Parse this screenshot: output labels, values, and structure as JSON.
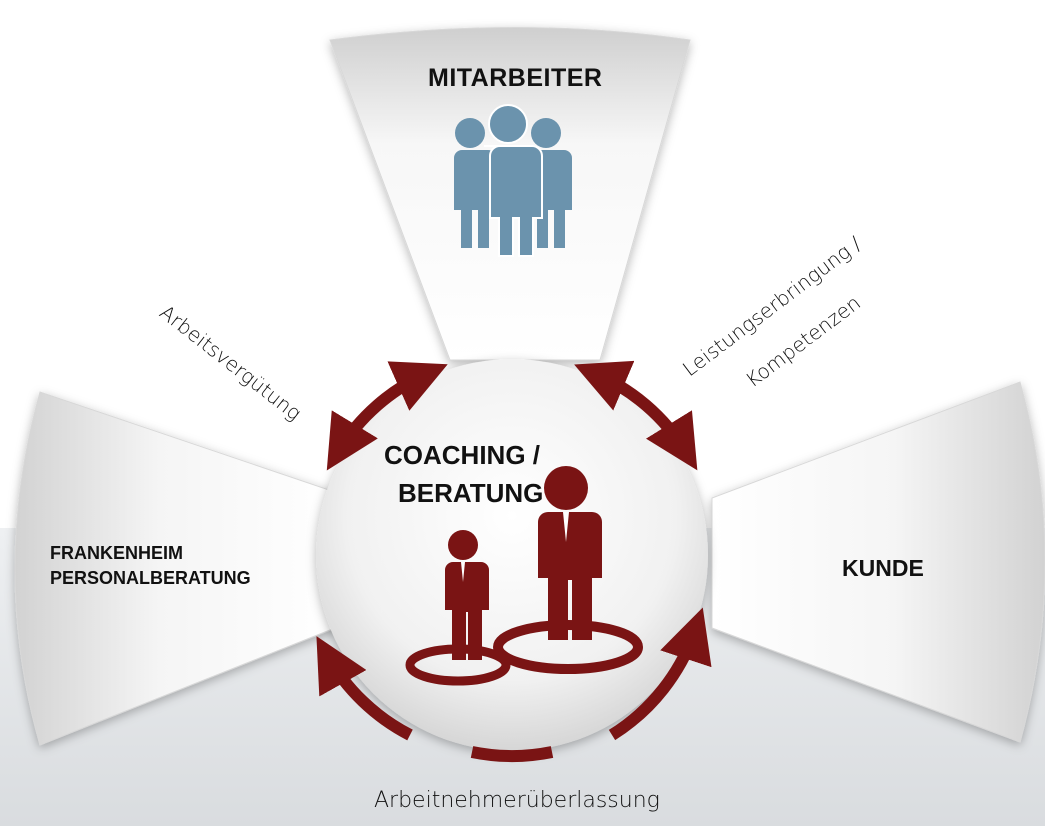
{
  "nodes": {
    "top": "MITARBEITER",
    "left_line1": "FRANKENHEIM",
    "left_line2": "PERSONALBERATUNG",
    "right": "KUNDE",
    "center_line1": "COACHING /",
    "center_line2": "BERATUNG"
  },
  "edges": {
    "left_top": "Arbeitsvergütung",
    "right_top_line1": "Leistungserbringung /",
    "right_top_line2": "Kompetenzen",
    "bottom": "Arbeitnehmerüberlassung"
  },
  "icons": {
    "top": "group-of-people-icon",
    "center": "coaching-persons-icon"
  },
  "colors": {
    "accent": "#7a1414",
    "people_icon": "#6b93ad",
    "panel": "#e6e6e6"
  }
}
